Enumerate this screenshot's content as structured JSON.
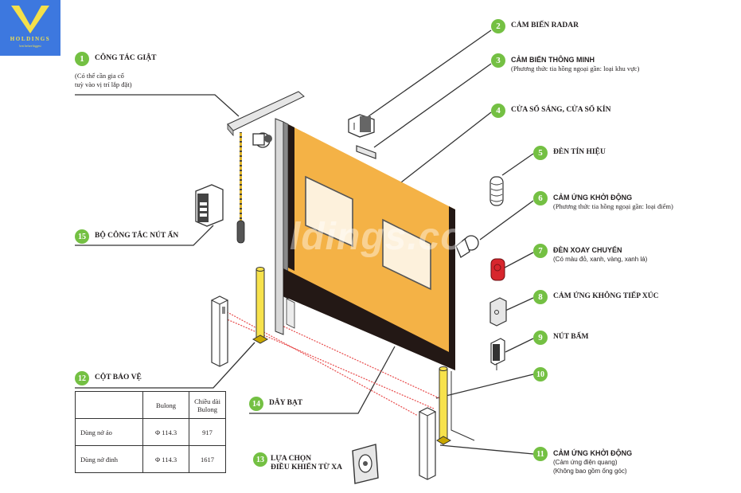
{
  "brand": {
    "name": "HOLDINGS",
    "tagline": "best before biggest",
    "logo_bg": "#3d78df",
    "logo_fg": "#f4e04a"
  },
  "watermark": "ldings.co",
  "colors": {
    "badge": "#74c043",
    "door": "#f4b246",
    "door_band": "#231815",
    "window": "#fdf1dc",
    "post": "#f7e24c",
    "laser": "#e84b4b",
    "lamp": "#d7262d"
  },
  "callouts": [
    {
      "num": "1",
      "title": "Công tác giật",
      "sub": [
        "(Có thể cần gia cố",
        "tuỳ vào vị trí lắp đặt)"
      ]
    },
    {
      "num": "2",
      "title": "Cảm biến radar",
      "sub": []
    },
    {
      "num": "3",
      "title": "Cảm biến thông minh",
      "sub": [
        "(Phương thức tia hồng ngoại gần: loại khu vực)"
      ]
    },
    {
      "num": "4",
      "title": "Cửa sổ sáng, cửa sổ kín",
      "sub": []
    },
    {
      "num": "5",
      "title": "Đèn tín hiệu",
      "sub": []
    },
    {
      "num": "6",
      "title": "Cảm ứng khởi động",
      "sub": [
        "(Phương thức tia hồng ngoại gần: loại điểm)"
      ]
    },
    {
      "num": "7",
      "title": "Đèn xoay chuyển",
      "sub": [
        "(Có màu đỏ, xanh, vàng, xanh lá)"
      ]
    },
    {
      "num": "8",
      "title": "Cảm ứng không tiếp xúc",
      "sub": []
    },
    {
      "num": "9",
      "title": "Nút bấm",
      "sub": []
    },
    {
      "num": "10",
      "title": "",
      "sub": []
    },
    {
      "num": "11",
      "title": "Cảm ứng khởi động",
      "sub": [
        "(Cảm ứng điện quang)",
        "(Không bao gồm ống góc)"
      ]
    },
    {
      "num": "12",
      "title": "Cột bảo vệ",
      "sub": []
    },
    {
      "num": "13",
      "title": "Lựa chọn",
      "sub": [
        "điều khiển từ xa"
      ]
    },
    {
      "num": "14",
      "title": "Dây bạt",
      "sub": []
    },
    {
      "num": "15",
      "title": "Bộ công tắc nút ấn",
      "sub": []
    }
  ],
  "spec_table": {
    "headers": [
      "",
      "Bulong",
      "Chiều dài Bulong"
    ],
    "rows": [
      [
        "Dùng nở áo",
        "Φ 114.3",
        "917"
      ],
      [
        "Dùng nở đinh",
        "Φ 114.3",
        "1617"
      ]
    ]
  }
}
